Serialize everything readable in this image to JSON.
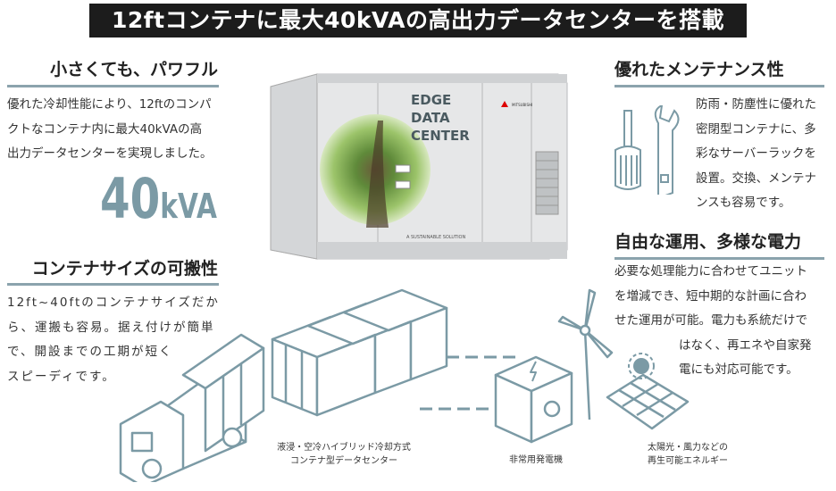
{
  "title": "12ftコンテナに最大40kVAの高出力データセンターを搭載",
  "left": {
    "section1": {
      "heading": "小さくても、パワフル",
      "lines": [
        "優れた冷却性能により、12ftのコンパ",
        "クトなコンテナ内に最大40kVAの高",
        "出力データセンターを実現しました。"
      ],
      "big_number": "40",
      "big_unit": "kVA"
    },
    "section2": {
      "heading": "コンテナサイズの可搬性",
      "lines": [
        "12ft~40ftのコンテナサイズだか",
        "ら、運搬も容易。据え付けが簡単",
        "で、開設までの工期が短く",
        "スピーディです。"
      ]
    }
  },
  "container_image": {
    "label_lines": [
      "EDGE",
      "DATA",
      "CENTER"
    ],
    "tagline": "A SUSTAINABLE SOLUTION",
    "brand": "MITSUBISHI"
  },
  "right": {
    "section1": {
      "heading": "優れたメンテナンス性",
      "lines": [
        "防雨・防塵性に優れた",
        "密閉型コンテナに、多",
        "彩なサーバーラックを",
        "設置。交換、メンテナ",
        "ンスも容易です。"
      ]
    },
    "section2": {
      "heading": "自由な運用、多様な電力",
      "lines": [
        "必要な処理能力に合わせてユニット",
        "を増減でき、短中期的な計画に合わ",
        "せた運用が可能。電力も系統だけで",
        "はなく、再エネや自家発",
        "電にも対応可能です。"
      ]
    }
  },
  "captions": {
    "datacenter": [
      "液浸・空冷ハイブリッド冷却方式",
      "コンテナ型データセンター"
    ],
    "generator": "非常用発電機",
    "renewable": [
      "太陽光・風力などの",
      "再生可能エネルギー"
    ]
  },
  "colors": {
    "accent": "#7b9aa5",
    "rule": "#8ba3ad",
    "title_bg": "#1c1c1c"
  }
}
